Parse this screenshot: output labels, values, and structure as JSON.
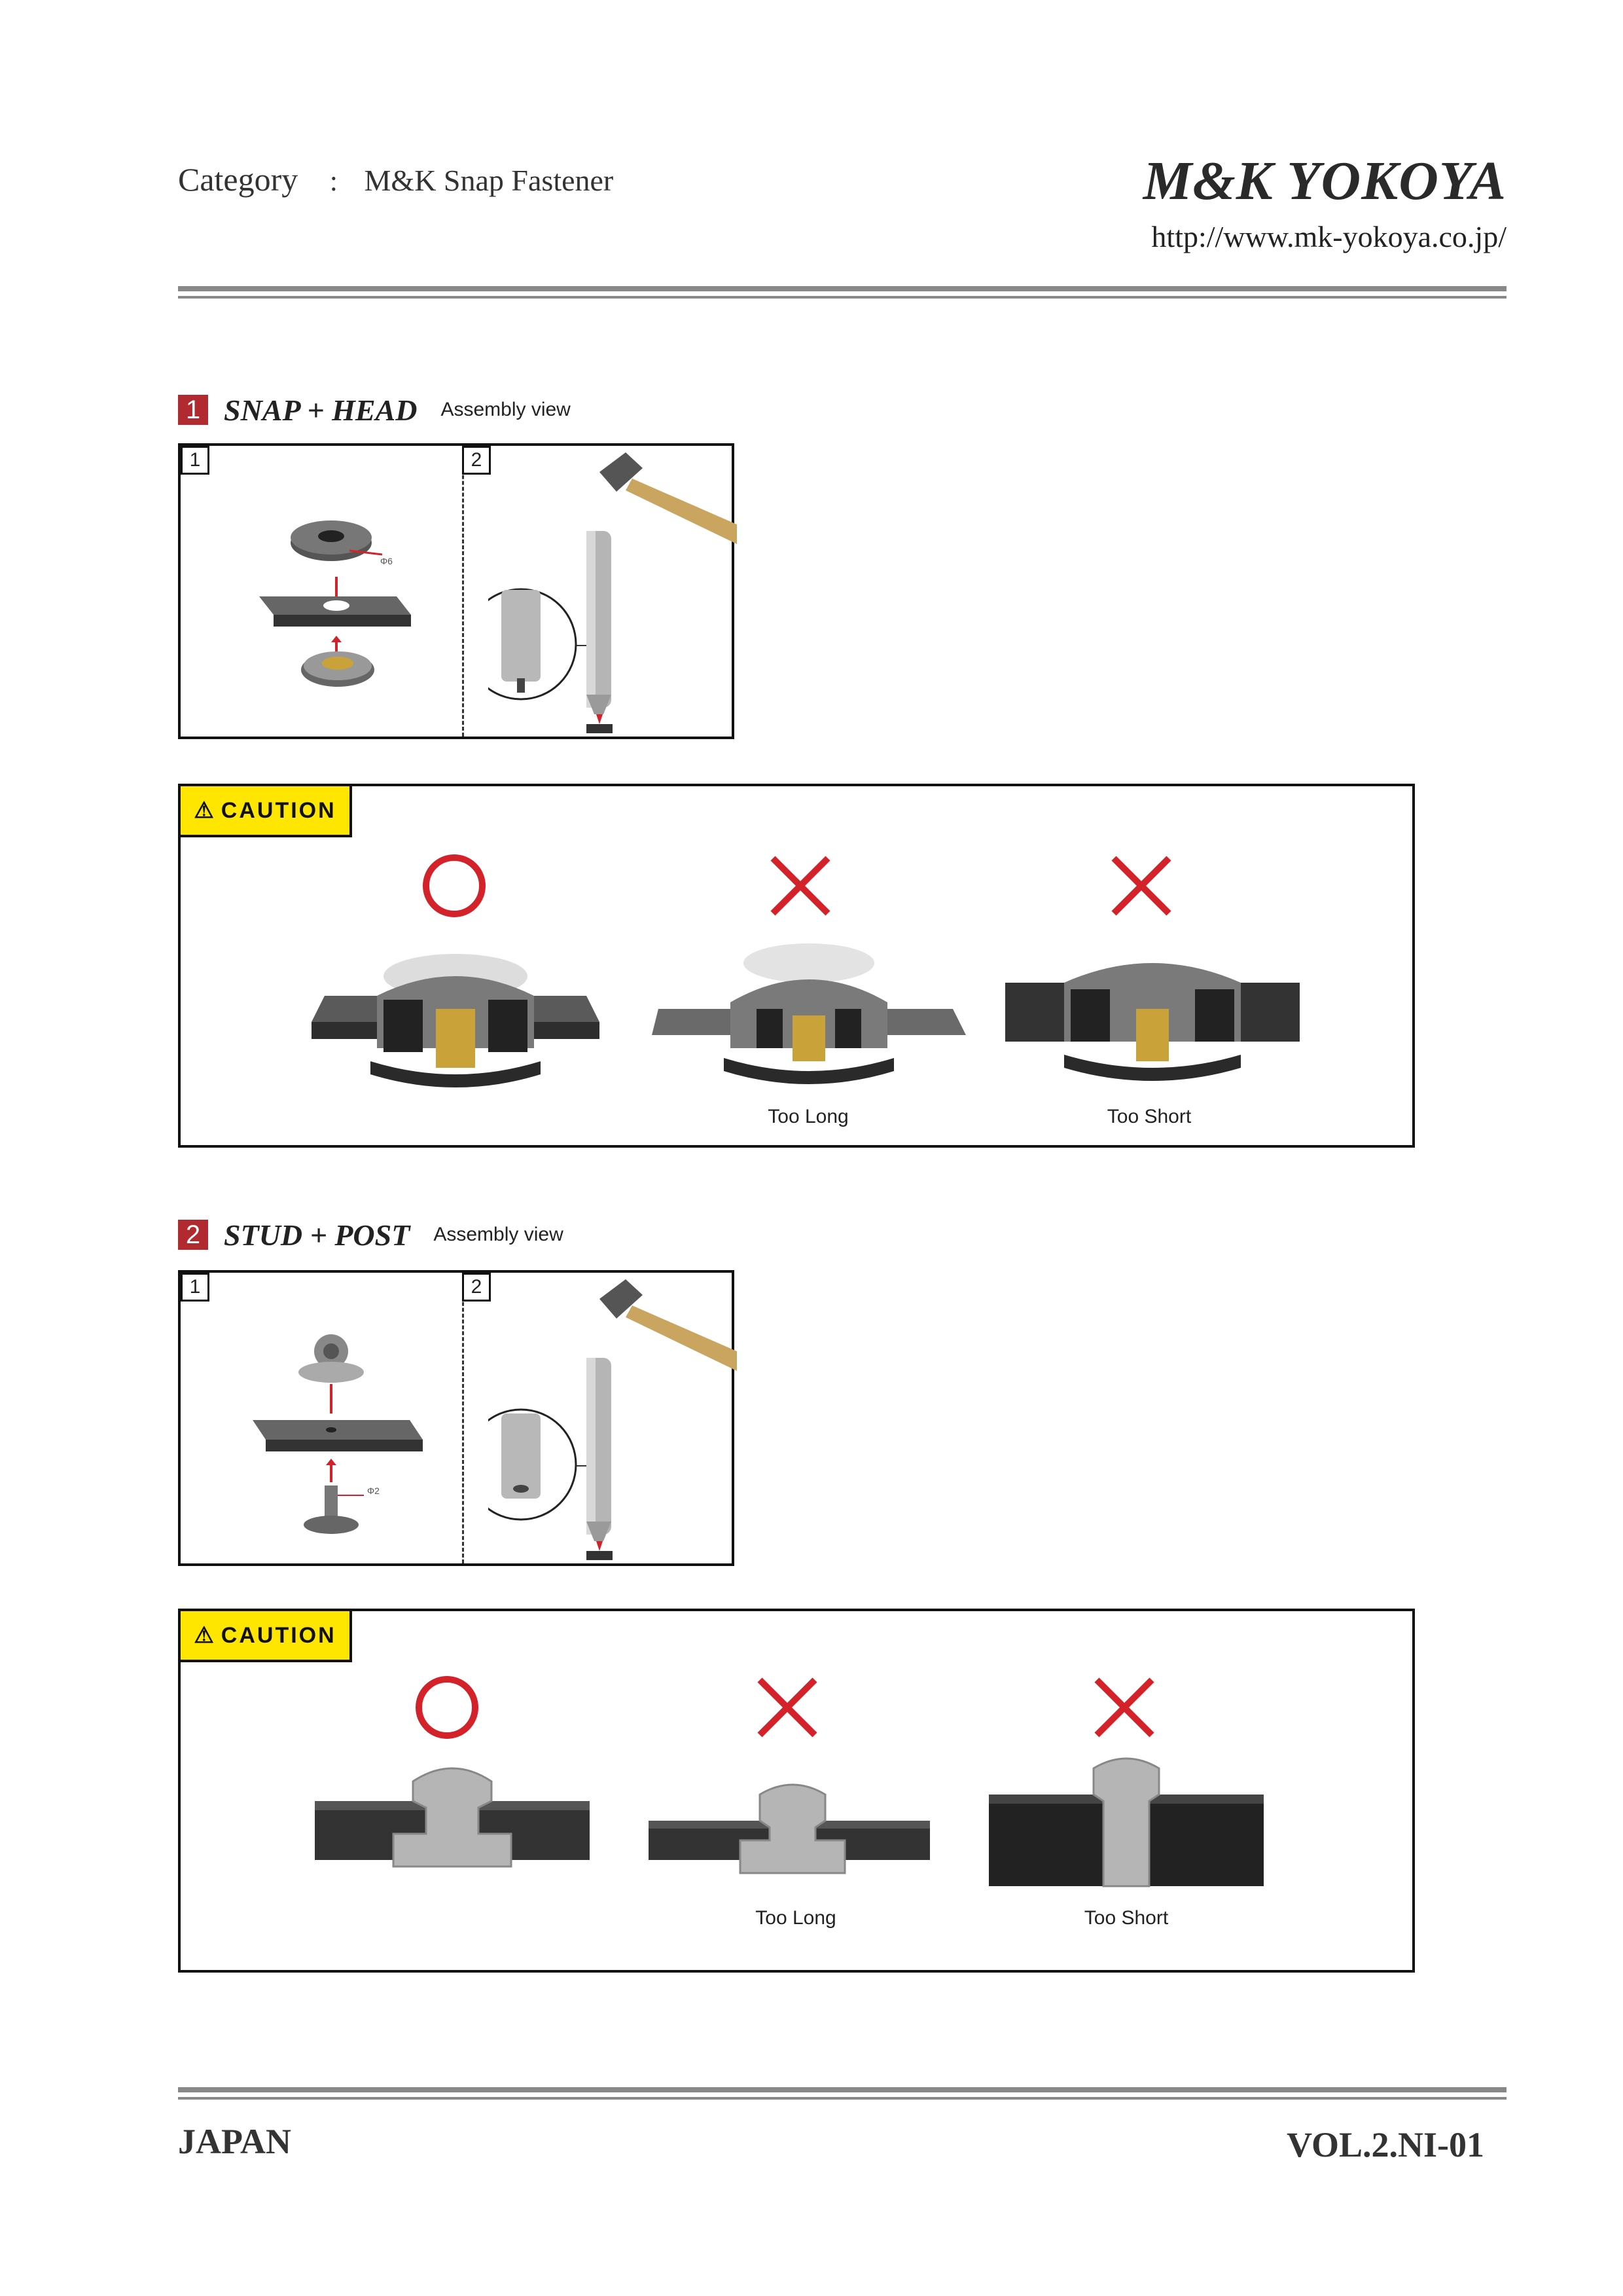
{
  "header": {
    "category_label": "Category",
    "colon": ":",
    "category_value": "M&K Snap Fastener",
    "brand": "M&K YOKOYA",
    "url": "http://www.mk-yokoya.co.jp/"
  },
  "sections": [
    {
      "number": "1",
      "title": "SNAP + HEAD",
      "subtitle": "Assembly view",
      "steps": [
        "1",
        "2"
      ],
      "hole_label": "Φ6",
      "caution": {
        "label": "CAUTION",
        "warn_icon": "⚠",
        "items": [
          {
            "mark": "circle",
            "caption": ""
          },
          {
            "mark": "cross",
            "caption": "Too Long"
          },
          {
            "mark": "cross",
            "caption": "Too Short"
          }
        ]
      }
    },
    {
      "number": "2",
      "title": "STUD + POST",
      "subtitle": "Assembly view",
      "steps": [
        "1",
        "2"
      ],
      "hole_label": "Φ2",
      "caution": {
        "label": "CAUTION",
        "warn_icon": "⚠",
        "items": [
          {
            "mark": "circle",
            "caption": ""
          },
          {
            "mark": "cross",
            "caption": "Too Long"
          },
          {
            "mark": "cross",
            "caption": "Too Short"
          }
        ]
      }
    }
  ],
  "footer": {
    "country": "JAPAN",
    "volume": "VOL.2.NI-01"
  },
  "colors": {
    "accent_red": "#b02a30",
    "mark_red": "#d3222a",
    "caution_yellow": "#ffe600",
    "material_dark": "#3a3a3a"
  }
}
